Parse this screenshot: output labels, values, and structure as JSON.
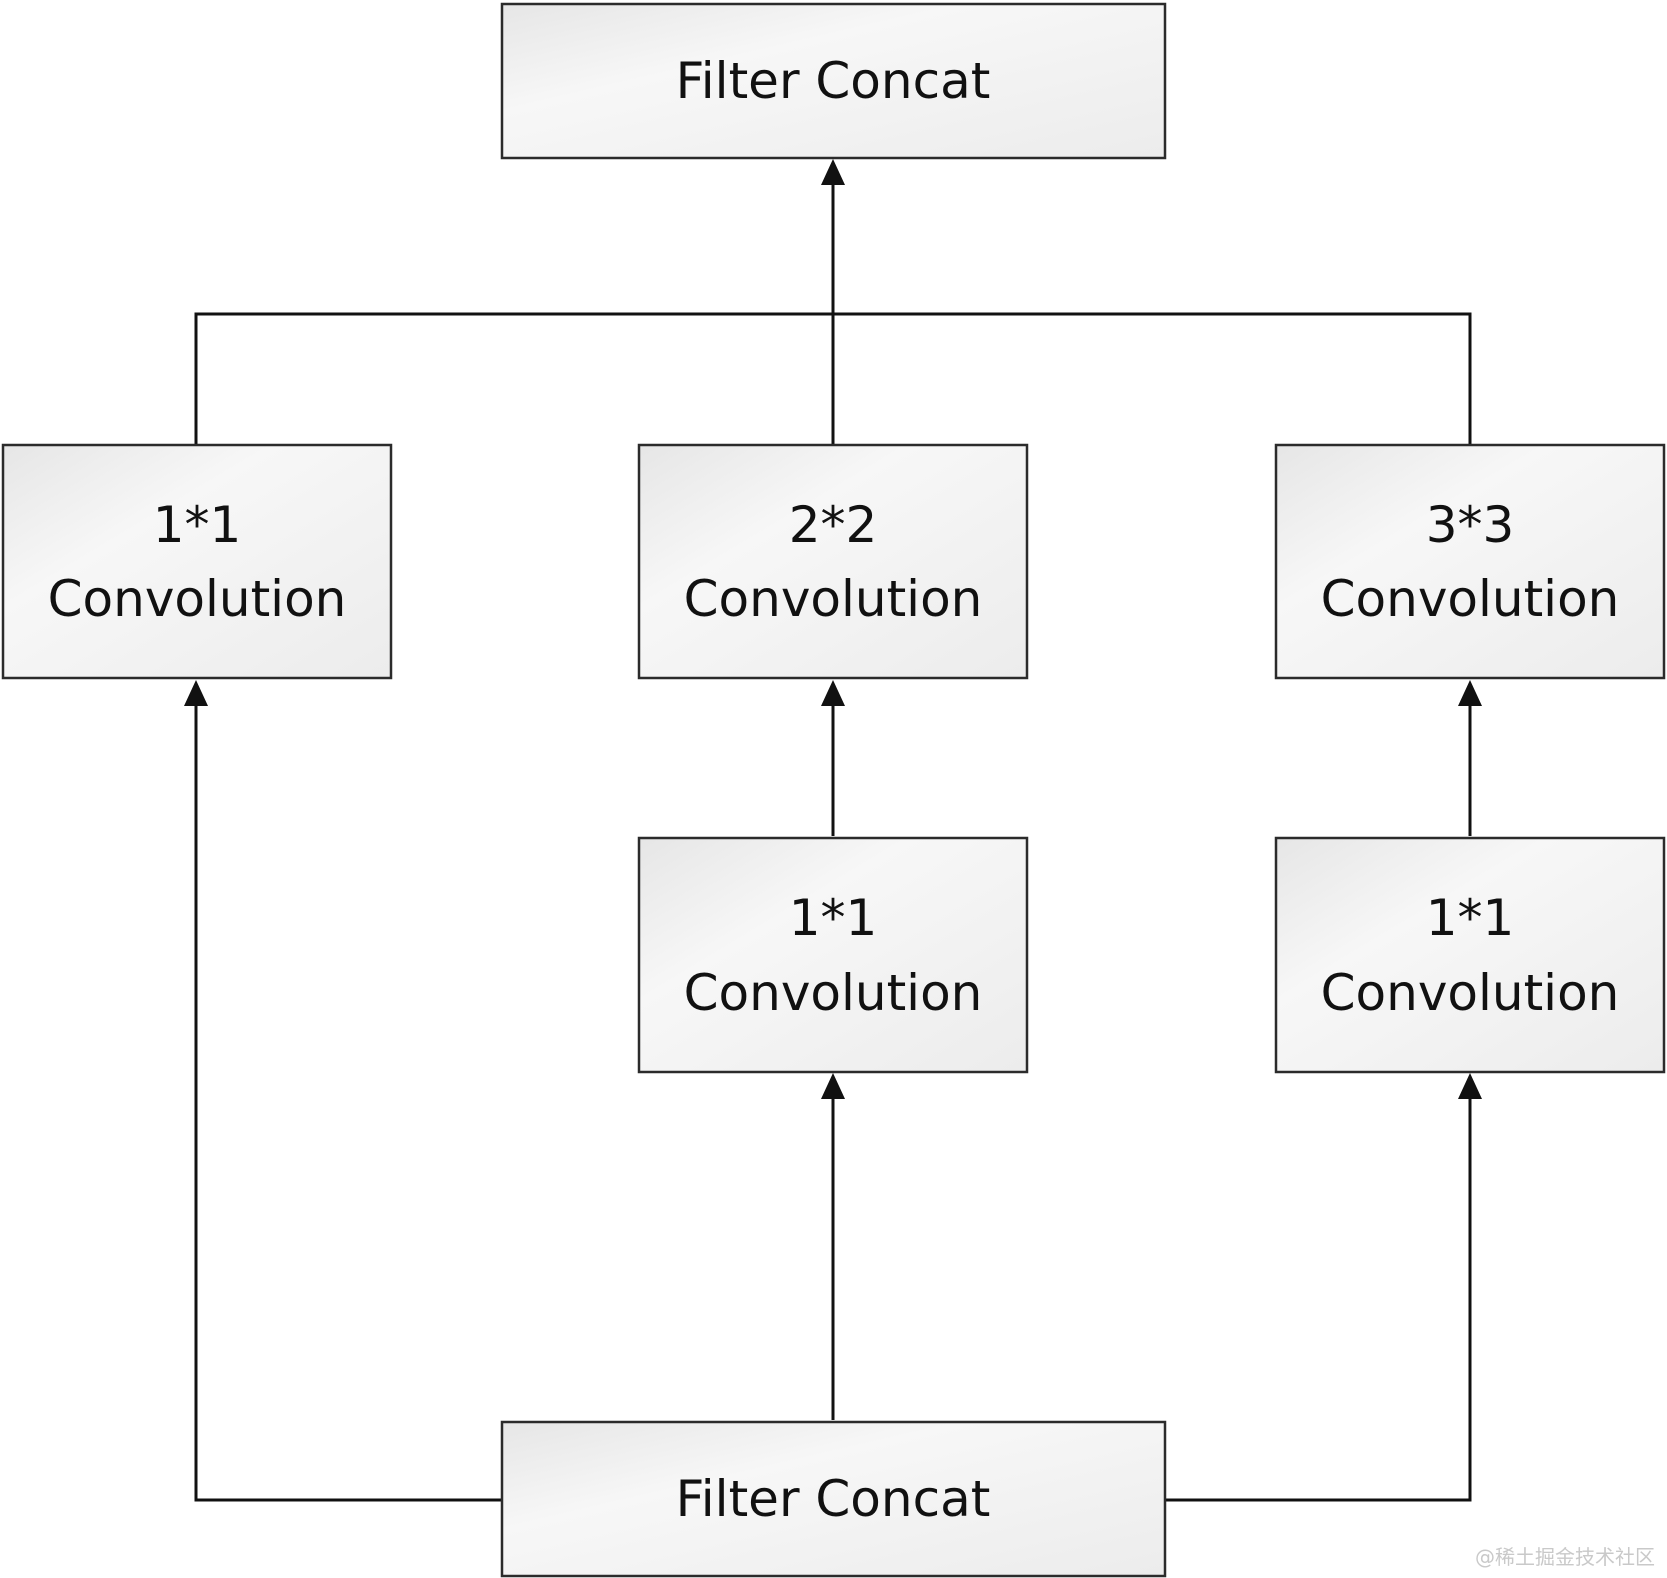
{
  "nodes": {
    "concat_top": {
      "label": "Filter Concat"
    },
    "conv_a": {
      "line1": "1*1",
      "line2": "Convolution"
    },
    "conv_b": {
      "line1": "2*2",
      "line2": "Convolution"
    },
    "conv_c": {
      "line1": "3*3",
      "line2": "Convolution"
    },
    "conv_b_reduce": {
      "line1": "1*1",
      "line2": "Convolution"
    },
    "conv_c_reduce": {
      "line1": "1*1",
      "line2": "Convolution"
    },
    "concat_bottom": {
      "label": "Filter Concat"
    }
  },
  "edges": [
    {
      "from": "concat_bottom",
      "to": "conv_a"
    },
    {
      "from": "concat_bottom",
      "to": "conv_b_reduce"
    },
    {
      "from": "concat_bottom",
      "to": "conv_c_reduce"
    },
    {
      "from": "conv_b_reduce",
      "to": "conv_b"
    },
    {
      "from": "conv_c_reduce",
      "to": "conv_c"
    },
    {
      "from": "conv_a",
      "to": "concat_top"
    },
    {
      "from": "conv_b",
      "to": "concat_top"
    },
    {
      "from": "conv_c",
      "to": "concat_top"
    }
  ],
  "watermark": "@稀土掘金技术社区"
}
